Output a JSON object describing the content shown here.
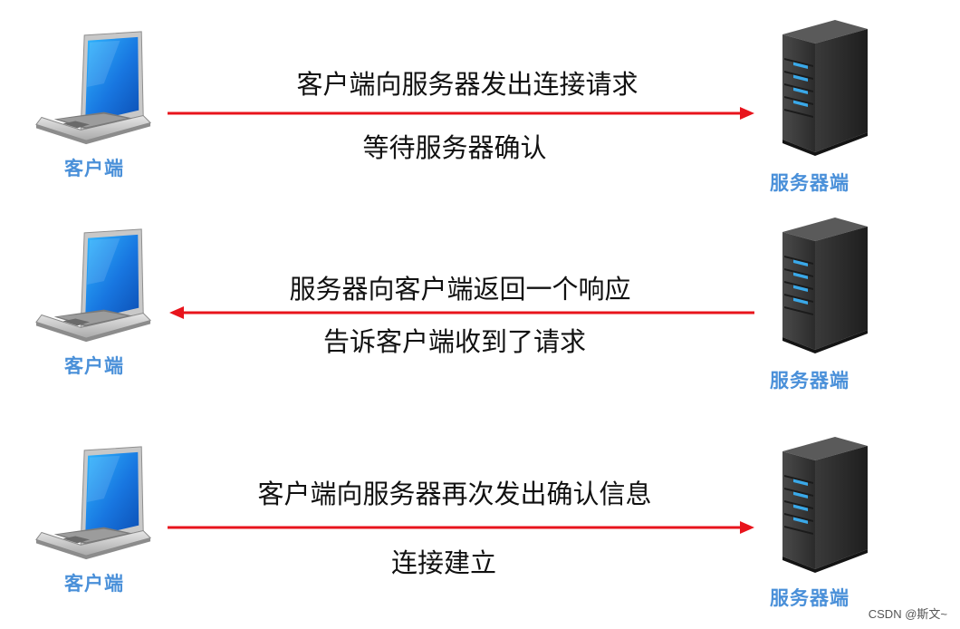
{
  "labels": {
    "client": "客户端",
    "server": "服务器端"
  },
  "steps": [
    {
      "top": "客户端向服务器发出连接请求",
      "bottom": "等待服务器确认",
      "direction": "right"
    },
    {
      "top": "服务器向客户端返回一个响应",
      "bottom": "告诉客户端收到了请求",
      "direction": "left"
    },
    {
      "top": "客户端向服务器再次发出确认信息",
      "bottom": "连接建立",
      "direction": "right"
    }
  ],
  "colors": {
    "arrow": "#e8141c",
    "label": "#4a90d9",
    "server_light": "#3aa8e8"
  },
  "watermark": "CSDN @斯文~"
}
